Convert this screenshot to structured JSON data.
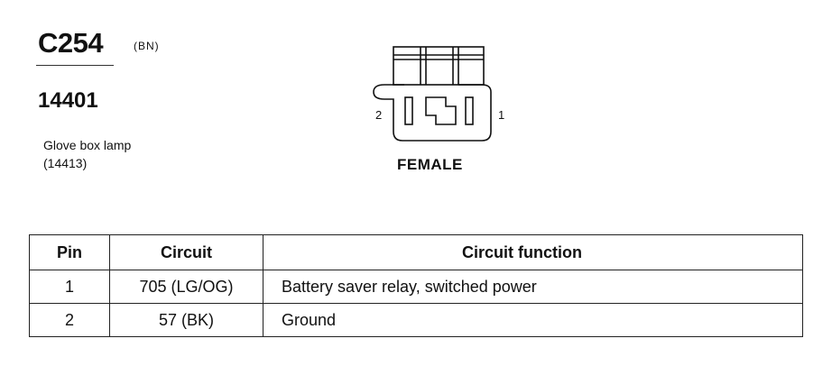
{
  "connector": {
    "code": "C254",
    "color_code": "(BN)",
    "part_number": "14401",
    "description_lines": [
      "Glove box lamp",
      "(14413)"
    ],
    "gender": "FEMALE",
    "pin_left_label": "2",
    "pin_right_label": "1"
  },
  "table": {
    "headers": {
      "pin": "Pin",
      "circuit": "Circuit",
      "function": "Circuit function"
    },
    "rows": [
      {
        "pin": "1",
        "circuit": "705 (LG/OG)",
        "function": "Battery saver relay, switched power"
      },
      {
        "pin": "2",
        "circuit": "57 (BK)",
        "function": "Ground"
      }
    ]
  }
}
